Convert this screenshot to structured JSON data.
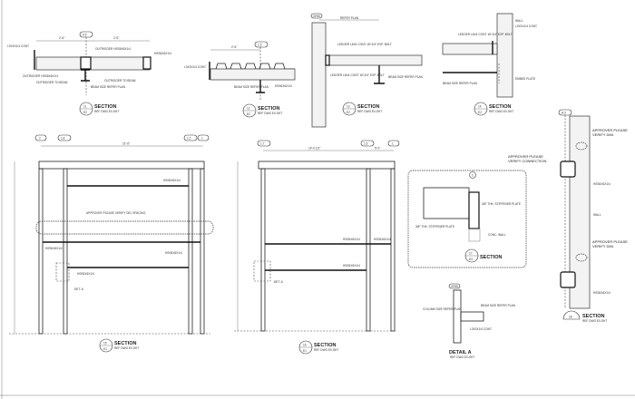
{
  "sheet": {
    "details": [
      {
        "id": "11",
        "sheet": "E2",
        "title": "SECTION",
        "ref": "REF DWG E0-SHT"
      },
      {
        "id": "12",
        "sheet": "E2",
        "title": "SECTION",
        "ref": "REF DWG E0-SHT"
      },
      {
        "id": "13",
        "sheet": "E2",
        "title": "SECTION",
        "ref": "REF DWG E0-SHT"
      },
      {
        "id": "14",
        "sheet": "E2",
        "title": "SECTION",
        "ref": "REF DWG E0-SHT"
      },
      {
        "id": "15",
        "sheet": "E1",
        "title": "SECTION",
        "ref": "REF DWG E0-SHT"
      },
      {
        "id": "16",
        "sheet": "E1",
        "title": "SECTION",
        "ref": "REF DWG E0-SHT"
      },
      {
        "id": "17",
        "sheet": "E3",
        "title": "SECTION",
        "ref": ""
      },
      {
        "id": "18",
        "sheet": "",
        "title": "SECTION",
        "ref": "REF DWG E0-SHT"
      }
    ],
    "detail_a": {
      "title": "DETAIL A",
      "ref": "REF DWG E0-SHT"
    },
    "grid_bubbles": {
      "d11": "0.5",
      "d12": "1.5",
      "d13": "GRID",
      "s15": [
        "2",
        "1.8",
        "1.2",
        "1"
      ],
      "s16": [
        "1.7",
        "1.6",
        "1"
      ],
      "d17": "C",
      "da": "GRID",
      "s18": "A.3"
    },
    "notes": {
      "lgh_cont": "L3X3X1/4 CONT.",
      "outrigger_hss": "OUTRIGGER HSS6X6X1/4",
      "outrigger_to_beam": "OUTRIGGER TO BEAM",
      "beam_size": "BEAM SIZE REFER PLAN",
      "hss": "HSS6X6X1/4",
      "refer_plan": "REFER PLAN",
      "ledger": "LEDGER L6X4 CONT. W/ 3/4\" EXP. BOLT",
      "wall": "WALL",
      "embed_plate": "EMBED PLATE",
      "approver_splicing": "APPROVER PLEASE VERIFY DEL SPACING",
      "approver_connection": "APPROVER PLEASE VERIFY CONNECTION",
      "approver_dim": "APPROVER PLEASE VERIFY DIM.",
      "stiffener": "3/8\" THK. STIFFENER PLATE",
      "conc_wall": "CONC. WALL",
      "column": "COLUMN SIZE REFER PLAN",
      "dim_a": "2'-6\"",
      "dim_b": "21'-6\"",
      "dim_c": "14'-0 1/2\"",
      "dim_d": "5'-0\"",
      "det_a": "DET. A"
    }
  }
}
